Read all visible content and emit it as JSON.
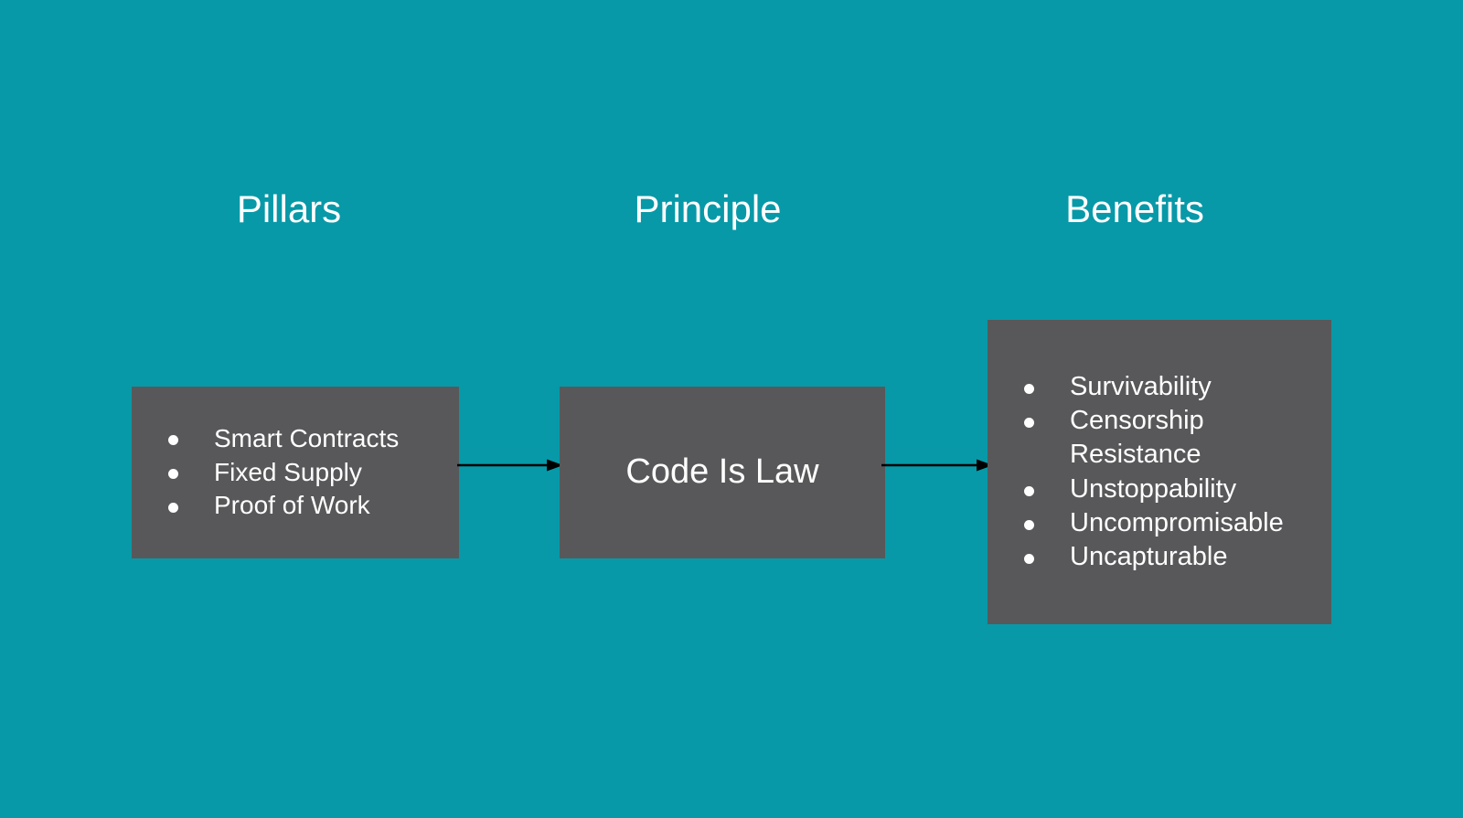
{
  "theme": {
    "background_color": "#0799a8",
    "box_color": "#58585a",
    "text_color": "#ffffff",
    "arrow_color": "#000000"
  },
  "headers": [
    {
      "label": "Pillars"
    },
    {
      "label": "Principle"
    },
    {
      "label": "Benefits"
    }
  ],
  "nodes": {
    "pillars": {
      "items": [
        "Smart Contracts",
        "Fixed Supply",
        "Proof of Work"
      ]
    },
    "principle": {
      "label": "Code Is Law"
    },
    "benefits": {
      "items": [
        "Survivability",
        "Censorship Resistance",
        "Unstoppability",
        "Uncompromisable",
        "Uncapturable"
      ]
    }
  },
  "connectors": [
    {
      "from": "pillars",
      "to": "principle",
      "style": "arrow-right"
    },
    {
      "from": "principle",
      "to": "benefits",
      "style": "arrow-right"
    }
  ]
}
